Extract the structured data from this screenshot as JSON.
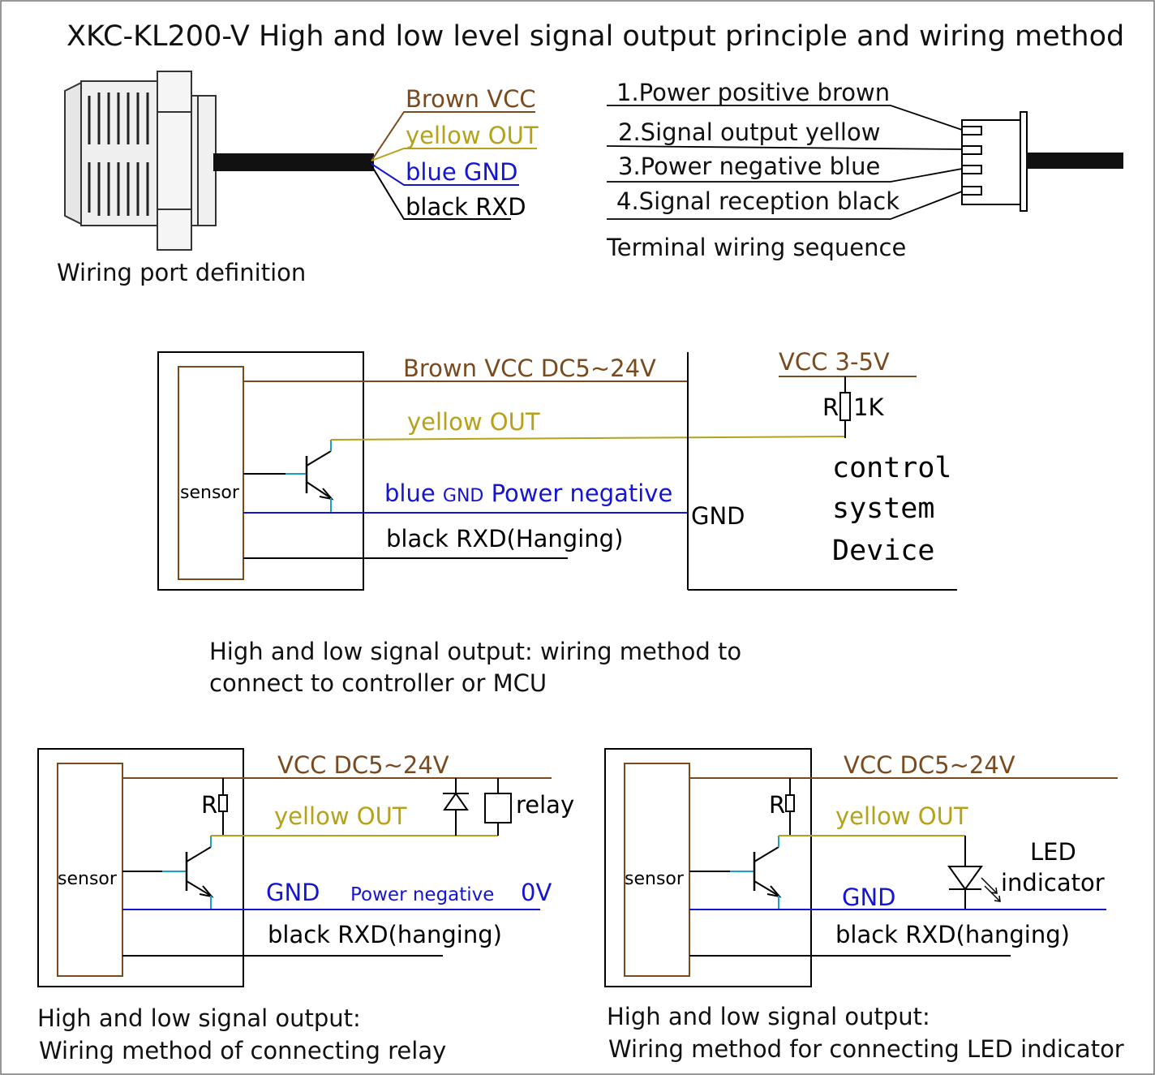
{
  "title": "XKC-KL200-V  High and low level signal output principle and wiring method",
  "colors": {
    "brown": "#7a4a1e",
    "yellow": "#b5a21a",
    "blue": "#1414d2",
    "black": "#000000",
    "cyan": "#1aa0c8"
  },
  "port_definition": {
    "wires": {
      "brown": "Brown VCC",
      "yellow": "yellow OUT",
      "blue": "blue GND",
      "black": "black RXD"
    },
    "caption": "Wiring port definition"
  },
  "terminal": {
    "items": [
      "1.Power positive brown",
      "2.Signal output yellow",
      "3.Power negative blue",
      "4.Signal reception black"
    ],
    "caption": "Terminal wiring sequence"
  },
  "mcu": {
    "sensor": "sensor",
    "brown": "Brown VCC DC5~24V",
    "yellow": "yellow OUT",
    "blue_a": "blue ",
    "blue_b": "GND",
    "blue_c": " Power negative",
    "black": "black RXD(Hanging)",
    "gnd": "GND",
    "vcc": "VCC 3-5V",
    "r": "R",
    "rval": "1K",
    "device": [
      "control",
      "system",
      "Device"
    ],
    "caption": [
      "High and low signal output: wiring method to",
      "connect to controller or MCU"
    ]
  },
  "relay": {
    "sensor": "sensor",
    "vcc": "VCC DC5~24V",
    "r": "R",
    "yellow": "yellow OUT",
    "relay": "relay",
    "gnd": "GND",
    "pn": "Power negative",
    "ov": "0V",
    "black": "black RXD(hanging)",
    "caption": [
      "High and low signal output:",
      "Wiring method of connecting relay"
    ]
  },
  "led": {
    "sensor": "sensor",
    "vcc": "VCC DC5~24V",
    "r": "R",
    "yellow": "yellow OUT",
    "led1": "LED",
    "led2": "indicator",
    "gnd": "GND",
    "black": "black RXD(hanging)",
    "caption": [
      "High and low signal output:",
      "Wiring method for connecting LED indicator"
    ]
  }
}
